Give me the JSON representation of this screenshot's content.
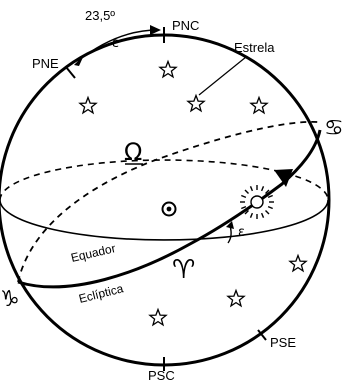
{
  "diagram": {
    "angle_label": "23,5º",
    "epsilon": "ε",
    "north_celestial_pole": "PNC",
    "north_ecliptic_pole": "PNE",
    "south_celestial_pole": "PSC",
    "south_ecliptic_pole": "PSE",
    "star_label": "Estrela",
    "equator_label": "Equador",
    "ecliptic_label": "Eclíptica",
    "omega_symbol": "Ω",
    "aries_symbol": "♈",
    "cancer_symbol": "♋",
    "capricorn_symbol": "♑"
  }
}
